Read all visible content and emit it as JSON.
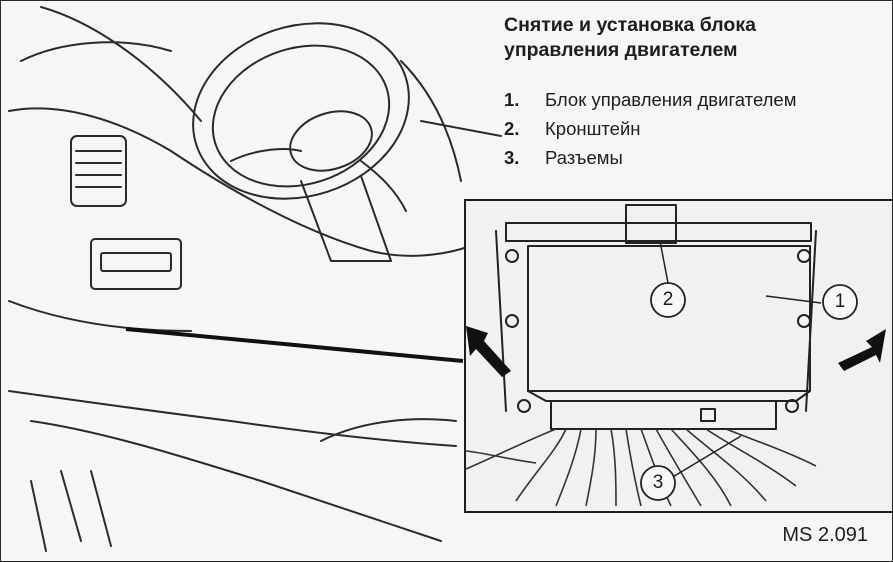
{
  "title": {
    "line1": "Снятие и установка блока",
    "line2": "управления двигателем"
  },
  "legend": [
    {
      "number": "1.",
      "text": "Блок управления двигателем"
    },
    {
      "number": "2.",
      "text": "Кронштейн"
    },
    {
      "number": "3.",
      "text": "Разъемы"
    }
  ],
  "callouts": {
    "c1": "1",
    "c2": "2",
    "c3": "3"
  },
  "figure_code": "MS 2.091"
}
